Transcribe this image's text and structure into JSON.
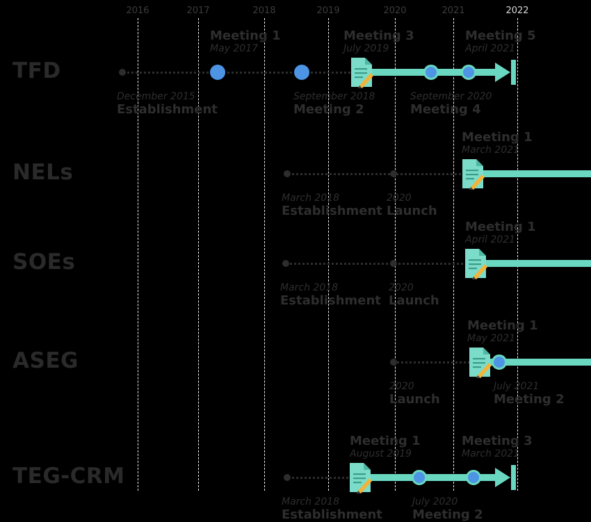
{
  "years": [
    "2016",
    "2017",
    "2018",
    "2019",
    "2020",
    "2021",
    "2022"
  ],
  "highlight_year": "2022",
  "colors": {
    "track": "#6ad8c1",
    "meeting_dot": "#4d94e4",
    "text": "#2e2e2e",
    "background": "#000000"
  },
  "rows": [
    {
      "label": "TFD",
      "events": [
        {
          "title": "Establishment",
          "date": "December 2015",
          "icon": "small-dot"
        },
        {
          "title": "Meeting 1",
          "date": "May 2017",
          "icon": "blue-dot"
        },
        {
          "title": "Meeting 2",
          "date": "September 2018",
          "icon": "blue-dot"
        },
        {
          "title": "Meeting 3",
          "date": "July 2019",
          "icon": "document-icon"
        },
        {
          "title": "Meeting 4",
          "date": "September 2020",
          "icon": "blue-dot"
        },
        {
          "title": "Meeting 5",
          "date": "April 2021",
          "icon": "blue-dot"
        }
      ]
    },
    {
      "label": "NELs",
      "events": [
        {
          "title": "Establishment",
          "date": "March 2018",
          "icon": "small-dot"
        },
        {
          "title": "Launch",
          "date": "2020",
          "icon": "small-dot"
        },
        {
          "title": "Meeting 1",
          "date": "March 2021",
          "icon": "document-icon"
        }
      ]
    },
    {
      "label": "SOEs",
      "events": [
        {
          "title": "Establishment",
          "date": "March 2018",
          "icon": "small-dot"
        },
        {
          "title": "Launch",
          "date": "2020",
          "icon": "small-dot"
        },
        {
          "title": "Meeting 1",
          "date": "April 2021",
          "icon": "document-icon"
        }
      ]
    },
    {
      "label": "ASEG",
      "events": [
        {
          "title": "Launch",
          "date": "2020",
          "icon": "small-dot"
        },
        {
          "title": "Meeting 1",
          "date": "May 2021",
          "icon": "document-icon"
        },
        {
          "title": "Meeting 2",
          "date": "July 2021",
          "icon": "blue-dot"
        }
      ]
    },
    {
      "label": "TEG-CRM",
      "events": [
        {
          "title": "Establishment",
          "date": "March 2018",
          "icon": "small-dot"
        },
        {
          "title": "Meeting 1",
          "date": "August 2019",
          "icon": "document-icon"
        },
        {
          "title": "Meeting 2",
          "date": "July 2020",
          "icon": "blue-dot"
        },
        {
          "title": "Meeting 3",
          "date": "March 2021",
          "icon": "blue-dot"
        }
      ]
    }
  ]
}
